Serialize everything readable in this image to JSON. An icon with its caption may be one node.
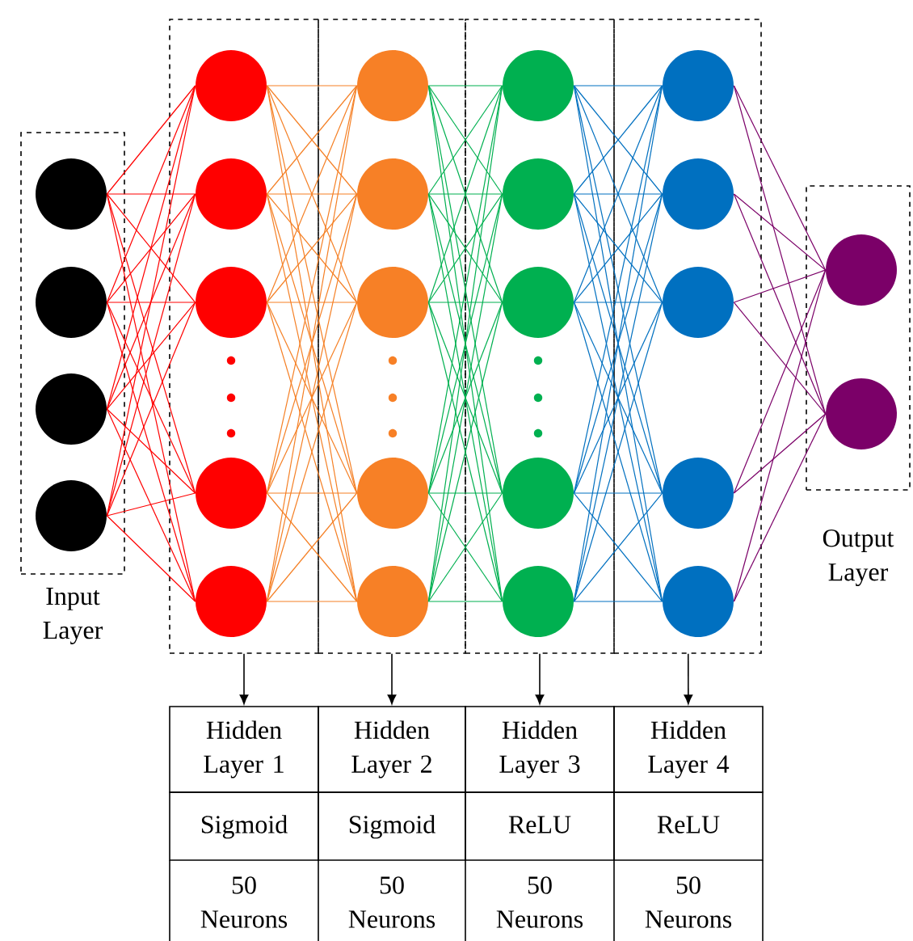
{
  "diagram": {
    "nodes": [
      {
        "text": [
          "Input Layer"
        ]
      },
      {
        "text": [],
        "shape": "circle",
        "in": 0
      },
      {
        "text": [],
        "shape": "circle",
        "in": 0
      },
      {
        "text": [],
        "shape": "circle",
        "in": 0
      },
      {
        "text": [],
        "shape": "circle",
        "in": 0
      },
      {
        "text": [],
        "shape": "box"
      },
      {
        "text": [],
        "shape": "circle",
        "in": 5
      },
      {
        "text": [],
        "shape": "circle",
        "in": 5
      },
      {
        "text": [],
        "shape": "circle",
        "in": 5
      },
      {
        "text": [],
        "shape": "circle",
        "in": 5
      },
      {
        "text": [],
        "shape": "circle",
        "in": 5
      },
      {
        "text": [],
        "shape": "box"
      },
      {
        "text": [],
        "shape": "circle",
        "in": 11
      },
      {
        "text": [],
        "shape": "circle",
        "in": 11
      },
      {
        "text": [],
        "shape": "circle",
        "in": 11
      },
      {
        "text": [],
        "shape": "circle",
        "in": 11
      },
      {
        "text": [],
        "shape": "circle",
        "in": 11
      },
      {
        "text": [],
        "shape": "box"
      },
      {
        "text": [],
        "shape": "circle",
        "in": 17
      },
      {
        "text": [],
        "shape": "circle",
        "in": 17
      },
      {
        "text": [],
        "shape": "circle",
        "in": 17
      },
      {
        "text": [],
        "shape": "circle",
        "in": 17
      },
      {
        "text": [],
        "shape": "circle",
        "in": 17
      },
      {
        "text": [],
        "shape": "box"
      },
      {
        "text": [],
        "shape": "circle",
        "in": 23
      },
      {
        "text": [],
        "shape": "circle",
        "in": 23
      },
      {
        "text": [],
        "shape": "circle",
        "in": 23
      },
      {
        "text": [],
        "shape": "circle",
        "in": 23
      },
      {
        "text": [],
        "shape": "circle",
        "in": 23
      },
      {
        "text": [
          "Output Layer"
        ]
      },
      {
        "text": [],
        "shape": "circle",
        "in": 29
      },
      {
        "text": [],
        "shape": "circle",
        "in": 29
      },
      {
        "text": [
          "Hidden Layer 1"
        ]
      },
      {
        "text": [
          "Hidden Layer 2"
        ]
      },
      {
        "text": [
          "Hidden Layer 3"
        ]
      },
      {
        "text": [
          "Hidden Layer 4"
        ]
      }
    ],
    "edges": [
      {
        "from": 1,
        "to": 6,
        "arrow": "none",
        "color": "#ff0000"
      },
      {
        "from": 1,
        "to": 7,
        "arrow": "none",
        "color": "#ff0000"
      },
      {
        "from": 1,
        "to": 8,
        "arrow": "none",
        "color": "#ff0000"
      },
      {
        "from": 1,
        "to": 9,
        "arrow": "none",
        "color": "#ff0000"
      },
      {
        "from": 1,
        "to": 10,
        "arrow": "none",
        "color": "#ff0000"
      },
      {
        "from": 2,
        "to": 6,
        "arrow": "none",
        "color": "#ff0000"
      },
      {
        "from": 2,
        "to": 7,
        "arrow": "none",
        "color": "#ff0000"
      },
      {
        "from": 2,
        "to": 8,
        "arrow": "none",
        "color": "#ff0000"
      },
      {
        "from": 2,
        "to": 9,
        "arrow": "none",
        "color": "#ff0000"
      },
      {
        "from": 2,
        "to": 10,
        "arrow": "none",
        "color": "#ff0000"
      },
      {
        "from": 3,
        "to": 6,
        "arrow": "none",
        "color": "#ff0000"
      },
      {
        "from": 3,
        "to": 7,
        "arrow": "none",
        "color": "#ff0000"
      },
      {
        "from": 3,
        "to": 8,
        "arrow": "none",
        "color": "#ff0000"
      },
      {
        "from": 3,
        "to": 9,
        "arrow": "none",
        "color": "#ff0000"
      },
      {
        "from": 3,
        "to": 10,
        "arrow": "none",
        "color": "#ff0000"
      },
      {
        "from": 4,
        "to": 6,
        "arrow": "none",
        "color": "#ff0000"
      },
      {
        "from": 4,
        "to": 7,
        "arrow": "none",
        "color": "#ff0000"
      },
      {
        "from": 4,
        "to": 8,
        "arrow": "none",
        "color": "#ff0000"
      },
      {
        "from": 4,
        "to": 9,
        "arrow": "none",
        "color": "#ff0000"
      },
      {
        "from": 4,
        "to": 10,
        "arrow": "none",
        "color": "#ff0000"
      },
      {
        "from": 6,
        "to": 12,
        "arrow": "none",
        "color": "#f58025"
      },
      {
        "from": 6,
        "to": 13,
        "arrow": "none",
        "color": "#f58025"
      },
      {
        "from": 6,
        "to": 14,
        "arrow": "none",
        "color": "#f58025"
      },
      {
        "from": 6,
        "to": 15,
        "arrow": "none",
        "color": "#f58025"
      },
      {
        "from": 6,
        "to": 16,
        "arrow": "none",
        "color": "#f58025"
      },
      {
        "from": 7,
        "to": 12,
        "arrow": "none",
        "color": "#f58025"
      },
      {
        "from": 7,
        "to": 13,
        "arrow": "none",
        "color": "#f58025"
      },
      {
        "from": 7,
        "to": 14,
        "arrow": "none",
        "color": "#f58025"
      },
      {
        "from": 7,
        "to": 15,
        "arrow": "none",
        "color": "#f58025"
      },
      {
        "from": 7,
        "to": 16,
        "arrow": "none",
        "color": "#f58025"
      },
      {
        "from": 8,
        "to": 12,
        "arrow": "none",
        "color": "#f58025"
      },
      {
        "from": 8,
        "to": 13,
        "arrow": "none",
        "color": "#f58025"
      },
      {
        "from": 8,
        "to": 14,
        "arrow": "none",
        "color": "#f58025"
      },
      {
        "from": 8,
        "to": 15,
        "arrow": "none",
        "color": "#f58025"
      },
      {
        "from": 8,
        "to": 16,
        "arrow": "none",
        "color": "#f58025"
      },
      {
        "from": 9,
        "to": 12,
        "arrow": "none",
        "color": "#f58025"
      },
      {
        "from": 9,
        "to": 13,
        "arrow": "none",
        "color": "#f58025"
      },
      {
        "from": 9,
        "to": 14,
        "arrow": "none",
        "color": "#f58025"
      },
      {
        "from": 9,
        "to": 15,
        "arrow": "none",
        "color": "#f58025"
      },
      {
        "from": 9,
        "to": 16,
        "arrow": "none",
        "color": "#f58025"
      },
      {
        "from": 10,
        "to": 12,
        "arrow": "none",
        "color": "#f58025"
      },
      {
        "from": 10,
        "to": 13,
        "arrow": "none",
        "color": "#f58025"
      },
      {
        "from": 10,
        "to": 14,
        "arrow": "none",
        "color": "#f58025"
      },
      {
        "from": 10,
        "to": 15,
        "arrow": "none",
        "color": "#f58025"
      },
      {
        "from": 10,
        "to": 16,
        "arrow": "none",
        "color": "#f58025"
      },
      {
        "from": 12,
        "to": 18,
        "arrow": "none",
        "color": "#00b050"
      },
      {
        "from": 12,
        "to": 19,
        "arrow": "none",
        "color": "#00b050"
      },
      {
        "from": 12,
        "to": 20,
        "arrow": "none",
        "color": "#00b050"
      },
      {
        "from": 12,
        "to": 21,
        "arrow": "none",
        "color": "#00b050"
      },
      {
        "from": 12,
        "to": 22,
        "arrow": "none",
        "color": "#00b050"
      },
      {
        "from": 13,
        "to": 18,
        "arrow": "none",
        "color": "#00b050"
      },
      {
        "from": 13,
        "to": 19,
        "arrow": "none",
        "color": "#00b050"
      },
      {
        "from": 13,
        "to": 20,
        "arrow": "none",
        "color": "#00b050"
      },
      {
        "from": 13,
        "to": 21,
        "arrow": "none",
        "color": "#00b050"
      },
      {
        "from": 13,
        "to": 22,
        "arrow": "none",
        "color": "#00b050"
      },
      {
        "from": 14,
        "to": 18,
        "arrow": "none",
        "color": "#00b050"
      },
      {
        "from": 14,
        "to": 19,
        "arrow": "none",
        "color": "#00b050"
      },
      {
        "from": 14,
        "to": 20,
        "arrow": "none",
        "color": "#00b050"
      },
      {
        "from": 14,
        "to": 21,
        "arrow": "none",
        "color": "#00b050"
      },
      {
        "from": 14,
        "to": 22,
        "arrow": "none",
        "color": "#00b050"
      },
      {
        "from": 15,
        "to": 18,
        "arrow": "none",
        "color": "#00b050"
      },
      {
        "from": 15,
        "to": 19,
        "arrow": "none",
        "color": "#00b050"
      },
      {
        "from": 15,
        "to": 20,
        "arrow": "none",
        "color": "#00b050"
      },
      {
        "from": 15,
        "to": 21,
        "arrow": "none",
        "color": "#00b050"
      },
      {
        "from": 15,
        "to": 22,
        "arrow": "none",
        "color": "#00b050"
      },
      {
        "from": 16,
        "to": 18,
        "arrow": "none",
        "color": "#00b050"
      },
      {
        "from": 16,
        "to": 19,
        "arrow": "none",
        "color": "#00b050"
      },
      {
        "from": 16,
        "to": 20,
        "arrow": "none",
        "color": "#00b050"
      },
      {
        "from": 16,
        "to": 21,
        "arrow": "none",
        "color": "#00b050"
      },
      {
        "from": 16,
        "to": 22,
        "arrow": "none",
        "color": "#00b050"
      },
      {
        "from": 18,
        "to": 24,
        "arrow": "none",
        "color": "#0070c0"
      },
      {
        "from": 18,
        "to": 25,
        "arrow": "none",
        "color": "#0070c0"
      },
      {
        "from": 18,
        "to": 26,
        "arrow": "none",
        "color": "#0070c0"
      },
      {
        "from": 18,
        "to": 27,
        "arrow": "none",
        "color": "#0070c0"
      },
      {
        "from": 18,
        "to": 28,
        "arrow": "none",
        "color": "#0070c0"
      },
      {
        "from": 19,
        "to": 24,
        "arrow": "none",
        "color": "#0070c0"
      },
      {
        "from": 19,
        "to": 25,
        "arrow": "none",
        "color": "#0070c0"
      },
      {
        "from": 19,
        "to": 26,
        "arrow": "none",
        "color": "#0070c0"
      },
      {
        "from": 19,
        "to": 27,
        "arrow": "none",
        "color": "#0070c0"
      },
      {
        "from": 19,
        "to": 28,
        "arrow": "none",
        "color": "#0070c0"
      },
      {
        "from": 20,
        "to": 24,
        "arrow": "none",
        "color": "#0070c0"
      },
      {
        "from": 20,
        "to": 25,
        "arrow": "none",
        "color": "#0070c0"
      },
      {
        "from": 20,
        "to": 26,
        "arrow": "none",
        "color": "#0070c0"
      },
      {
        "from": 20,
        "to": 27,
        "arrow": "none",
        "color": "#0070c0"
      },
      {
        "from": 20,
        "to": 28,
        "arrow": "none",
        "color": "#0070c0"
      },
      {
        "from": 21,
        "to": 24,
        "arrow": "none",
        "color": "#0070c0"
      },
      {
        "from": 21,
        "to": 25,
        "arrow": "none",
        "color": "#0070c0"
      },
      {
        "from": 21,
        "to": 26,
        "arrow": "none",
        "color": "#0070c0"
      },
      {
        "from": 21,
        "to": 27,
        "arrow": "none",
        "color": "#0070c0"
      },
      {
        "from": 21,
        "to": 28,
        "arrow": "none",
        "color": "#0070c0"
      },
      {
        "from": 22,
        "to": 24,
        "arrow": "none",
        "color": "#0070c0"
      },
      {
        "from": 22,
        "to": 25,
        "arrow": "none",
        "color": "#0070c0"
      },
      {
        "from": 22,
        "to": 26,
        "arrow": "none",
        "color": "#0070c0"
      },
      {
        "from": 22,
        "to": 27,
        "arrow": "none",
        "color": "#0070c0"
      },
      {
        "from": 22,
        "to": 28,
        "arrow": "none",
        "color": "#0070c0"
      },
      {
        "from": 24,
        "to": 30,
        "arrow": "none",
        "color": "#7b0068"
      },
      {
        "from": 24,
        "to": 31,
        "arrow": "none",
        "color": "#7b0068"
      },
      {
        "from": 25,
        "to": 30,
        "arrow": "none",
        "color": "#7b0068"
      },
      {
        "from": 25,
        "to": 31,
        "arrow": "none",
        "color": "#7b0068"
      },
      {
        "from": 26,
        "to": 30,
        "arrow": "none",
        "color": "#7b0068"
      },
      {
        "from": 26,
        "to": 31,
        "arrow": "none",
        "color": "#7b0068"
      },
      {
        "from": 27,
        "to": 30,
        "arrow": "none",
        "color": "#7b0068"
      },
      {
        "from": 27,
        "to": 31,
        "arrow": "none",
        "color": "#7b0068"
      },
      {
        "from": 28,
        "to": 30,
        "arrow": "none",
        "color": "#7b0068"
      },
      {
        "from": 28,
        "to": 31,
        "arrow": "none",
        "color": "#7b0068"
      },
      {
        "from": 5,
        "to": 32,
        "arrow": "to",
        "color": "#000000"
      },
      {
        "from": 11,
        "to": 33,
        "arrow": "to",
        "color": "#000000"
      },
      {
        "from": 17,
        "to": 34,
        "arrow": "to",
        "color": "#000000"
      },
      {
        "from": 23,
        "to": 35,
        "arrow": "to",
        "color": "#000000"
      }
    ],
    "labels": [
      "Sigmoid",
      "Sigmoid",
      "ReLU",
      "ReLU",
      "50 Neurons",
      "50 Neurons",
      "50 Neurons",
      "50 Neurons"
    ]
  }
}
